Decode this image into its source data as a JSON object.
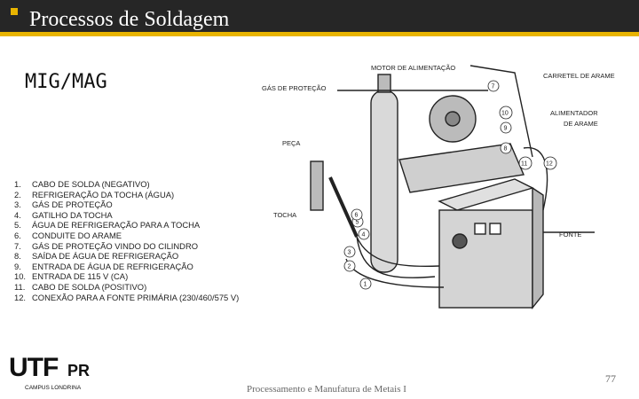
{
  "header": {
    "title": "Processos de Soldagem"
  },
  "subtitle": "MIG/MAG",
  "legend": [
    {
      "num": "1.",
      "text": "CABO DE SOLDA (NEGATIVO)"
    },
    {
      "num": "2.",
      "text": "REFRIGERAÇÃO DA TOCHA (ÁGUA)"
    },
    {
      "num": "3.",
      "text": "GÁS DE PROTEÇÃO"
    },
    {
      "num": "4.",
      "text": "GATILHO DA TOCHA"
    },
    {
      "num": "5.",
      "text": "ÁGUA DE REFRIGERAÇÃO PARA A TOCHA"
    },
    {
      "num": "6.",
      "text": "CONDUITE DO ARAME"
    },
    {
      "num": "7.",
      "text": "GÁS DE PROTEÇÃO VINDO DO CILINDRO"
    },
    {
      "num": "8.",
      "text": "SAÍDA DE ÁGUA DE REFRIGERAÇÃO"
    },
    {
      "num": "9.",
      "text": "ENTRADA DE ÁGUA DE REFRIGERAÇÃO"
    },
    {
      "num": "10.",
      "text": "ENTRADA DE 115 V (CA)"
    },
    {
      "num": "11.",
      "text": "CABO DE SOLDA (POSITIVO)"
    },
    {
      "num": "12.",
      "text": "CONEXÃO PARA A FONTE PRIMÁRIA (230/460/575 V)"
    }
  ],
  "diagram": {
    "labels": {
      "motor": "MOTOR DE ALIMENTAÇÃO",
      "carretel": "CARRETEL DE ARAME",
      "gas": "GÁS DE PROTEÇÃO",
      "alimentador1": "ALIMENTADOR",
      "alimentador2": "DE ARAME",
      "peca": "PEÇA",
      "tocha": "TOCHA",
      "fonte": "FONTE"
    },
    "numbers": [
      "1",
      "2",
      "3",
      "4",
      "5",
      "6",
      "7",
      "8",
      "9",
      "10",
      "11",
      "12"
    ]
  },
  "logo": {
    "main": "UTF",
    "suffix": "PR",
    "campus": "CAMPUS LONDRINA"
  },
  "footer": {
    "course": "Processamento e Manufatura de Metais I",
    "page": "77"
  }
}
